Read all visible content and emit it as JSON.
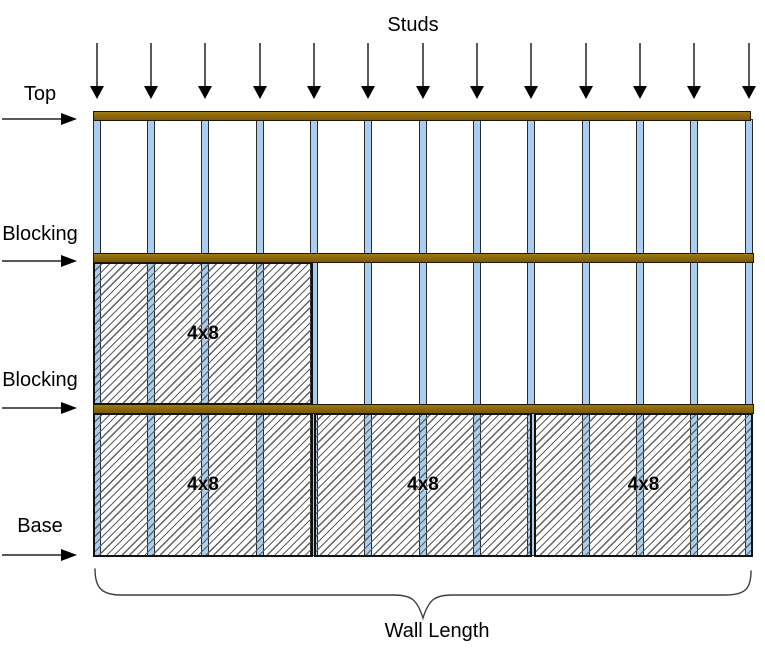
{
  "title": "Studs",
  "side_labels": [
    {
      "name": "top",
      "label": "Top"
    },
    {
      "name": "blocking-upper",
      "label": "Blocking"
    },
    {
      "name": "blocking-lower",
      "label": "Blocking"
    },
    {
      "name": "base",
      "label": "Base"
    }
  ],
  "panels": [
    {
      "position": "upper-left",
      "label": "4x8"
    },
    {
      "position": "lower-left",
      "label": "4x8"
    },
    {
      "position": "lower-middle",
      "label": "4x8"
    },
    {
      "position": "lower-right",
      "label": "4x8"
    }
  ],
  "dimension_label": "Wall Length",
  "structure": {
    "stud_count": 13,
    "stud_arrow_count": 13
  },
  "colors": {
    "plate_brown": "#8d690e",
    "stud_blue": "#a9cef2",
    "hatch_gray": "#5f5f5f",
    "arrow_gray": "#595959",
    "text_black": "#000000"
  }
}
